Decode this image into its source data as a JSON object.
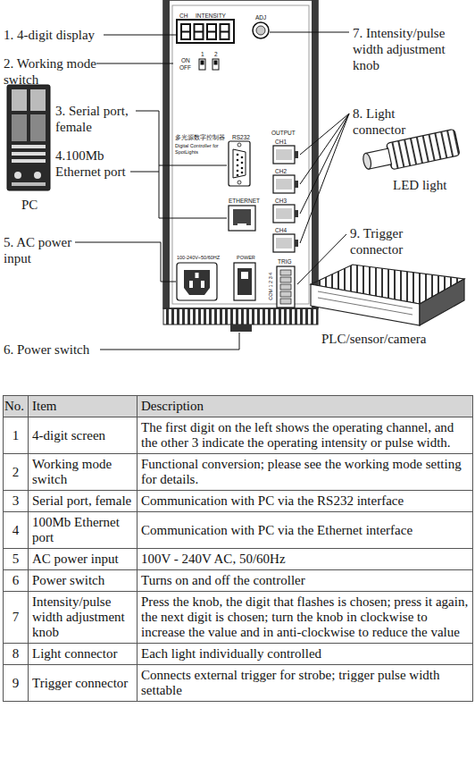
{
  "diagram": {
    "labels": [
      "1. 4-digit display",
      "2. Working mode switch",
      "3. Serial port, female",
      "4.100Mb Ethernet port",
      "PC",
      "5. AC power input",
      "6. Power switch",
      "7. Intensity/pulse width adjustment knob",
      "8. Light connector",
      "LED light",
      "9. Trigger connector",
      "PLC/sensor/camera",
      "CH",
      "INTENSITY",
      "ADJ",
      "ON",
      "OFF",
      "1",
      "2",
      "多光源数字控制器",
      "Digital Controller for SpotLights",
      "RS232",
      "ETHERNET",
      "OUTPUT",
      "CH1",
      "CH2",
      "CH3",
      "CH4",
      "100-240V~50/60HZ",
      "POWER",
      "TRIG",
      "COM 1 2 3 4",
      "No.",
      "Item",
      "Description",
      "1",
      "4-digit screen",
      "The first digit on the left shows the operating channel, and the other 3 indicate the operating intensity or pulse width.",
      "2",
      "Working mode switch",
      "Functional conversion; please see the working mode setting for details.",
      "3",
      "Serial port, female",
      "Communication with PC via the RS232 interface",
      "4",
      "100Mb Ethernet port",
      "Communication with PC via the Ethernet interface",
      "5",
      "AC power input",
      "100V - 240V AC, 50/60Hz",
      "6",
      "Power switch",
      "Turns on and off the controller",
      "7",
      "Intensity/pulse width adjustment knob",
      "Press the knob, the digit that flashes is chosen; press it again, the next digit is chosen; turn the knob in clockwise to increase the value and in anti-clockwise to reduce the value",
      "8",
      "Light connector",
      "Each light individually controlled",
      "9",
      "Trigger connector",
      "Connects external trigger for strobe; trigger pulse width settable"
    ]
  }
}
